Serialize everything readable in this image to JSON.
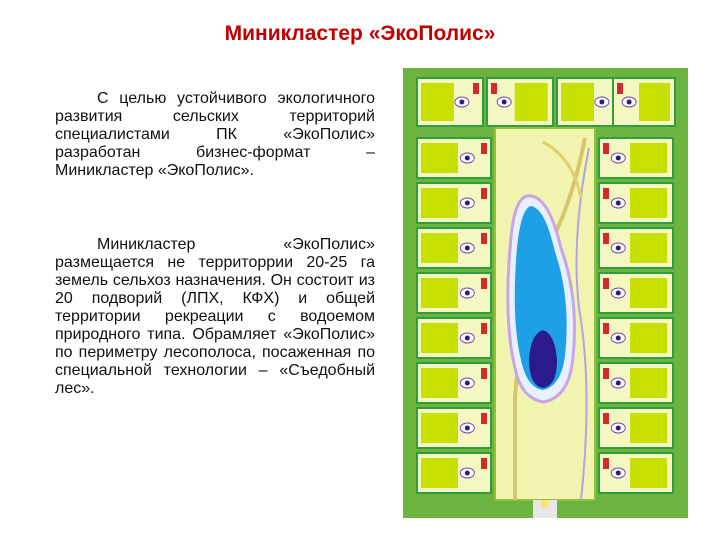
{
  "title": "Миникластер «ЭкоПолис»",
  "paragraphs": [
    "С целью устойчивого экологичного развития сельских территорий специалистами ПК «ЭкоПолис» разработан бизнес-формат – Миникластер «ЭкоПолис».",
    "Миникластер «ЭкоПолис» размещается не территоррии 20-25 га земель сельхоз назначения. Он состоит из 20 подворий (ЛПХ, КФХ) и общей территории рекреации с водоемом природного типа. Обрамляет «ЭкоПолис» по периметру лесополоса, посаженная по специальной технологии – «Съедобный лес»."
  ],
  "colors": {
    "title": "#c00000",
    "forest": "#6cb33f",
    "plot_frame": "#2e9e3e",
    "plot_fill": "#f4f7c2",
    "garden": "#c8e000",
    "house": "#d32b2b",
    "pond_outer": "#e8f0ff",
    "pond_blue": "#1ea0e6",
    "pond_deep": "#2a1a8c"
  }
}
